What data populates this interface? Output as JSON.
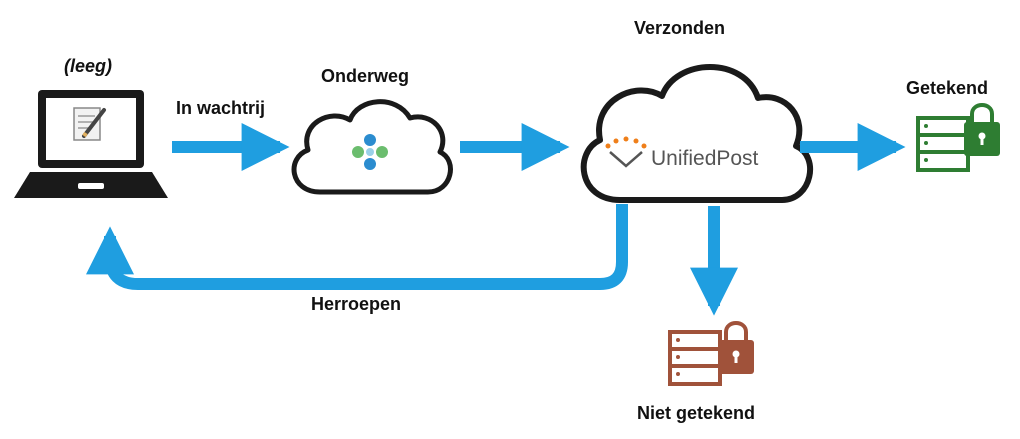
{
  "labels": {
    "laptop_state": "(leeg)",
    "queued": "In wachtrij",
    "in_transit": "Onderweg",
    "sent": "Verzonden",
    "signed": "Getekend",
    "revoke": "Herroepen",
    "not_signed": "Niet getekend"
  },
  "brand": {
    "name": "UnifiedPost"
  },
  "colors": {
    "arrow": "#1f9ee0",
    "cloud_outline": "#1a1a1a",
    "signed_green": "#2e7d32",
    "unsigned_brown": "#a0523a",
    "brand_orange": "#ef7f1a",
    "brand_gray": "#555555"
  },
  "icons": {
    "laptop": "laptop-icon",
    "document": "document-edit-icon",
    "transit_cloud": "cloud-icon",
    "brand_cloud": "cloud-icon",
    "signed_server": "server-lock-icon",
    "unsigned_server": "server-lock-icon"
  }
}
